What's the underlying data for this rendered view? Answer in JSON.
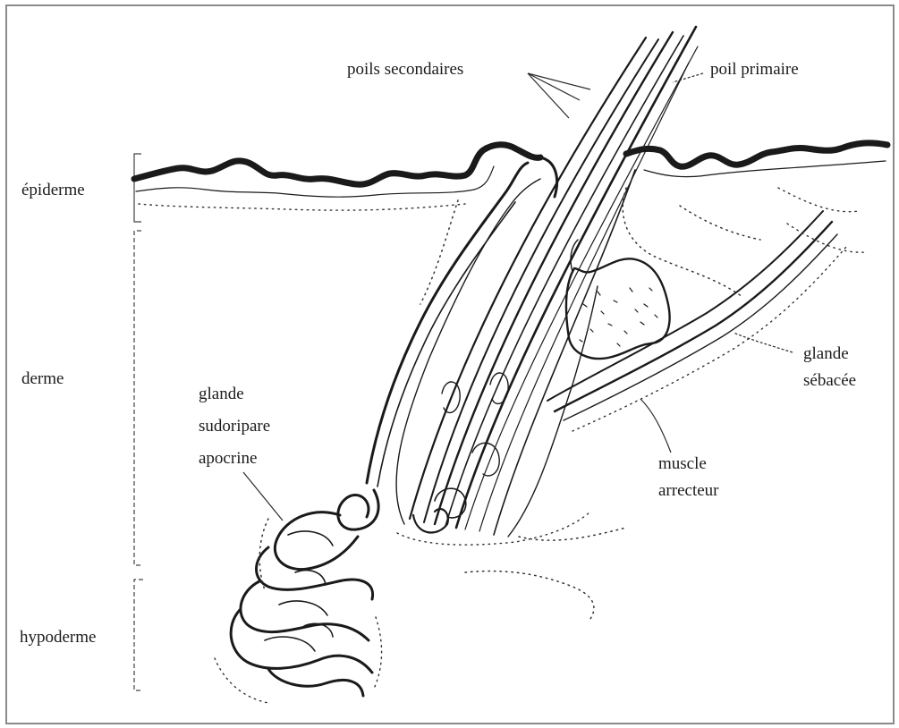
{
  "labels": {
    "poils_secondaires": "poils secondaires",
    "poil_primaire": "poil primaire",
    "epiderme": "épiderme",
    "derme": "derme",
    "hypoderme": "hypoderme",
    "glande_sudoripare": [
      "glande",
      "sudoripare",
      "apocrine"
    ],
    "glande_sebacee": [
      "glande",
      "sébacée"
    ],
    "muscle_arrecteur": [
      "muscle",
      "arrecteur"
    ]
  },
  "colors": {
    "ink": "#1a1a1a",
    "frame": "#8a8a8a",
    "background": "#ffffff"
  }
}
